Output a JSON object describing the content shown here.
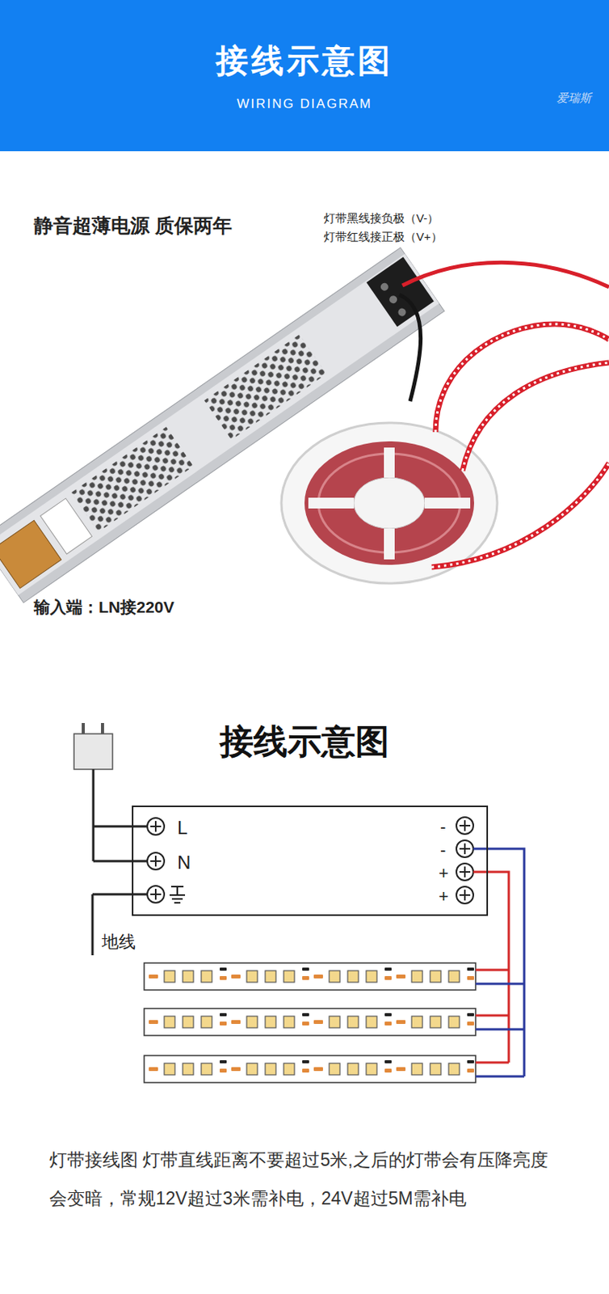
{
  "diagram": {
    "title": "接线示意图",
    "caption": "灯带接线图 灯带直线距离不要超过5米,之后的灯带会有压降亮度会变暗，常规12V超过3米需补电，24V超过5M需补电",
    "nodes": [
      {
        "text": [
          "L",
          "N",
          "-",
          "-",
          "+",
          "+"
        ]
      }
    ],
    "labels": [
      "WIRING DIAGRAM",
      "爱瑞斯",
      "静音超薄电源 质保两年",
      "灯带黑线接负极（V-）",
      "灯带红线接正极（V+）",
      "输入端：LN接220V",
      "接线示意图",
      "地线"
    ]
  }
}
